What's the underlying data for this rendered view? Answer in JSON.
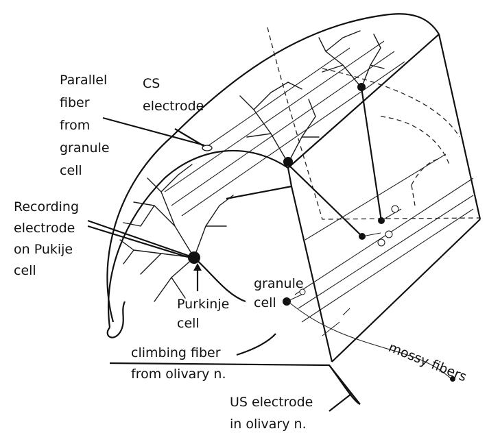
{
  "labels": {
    "parallel_fiber": [
      "Parallel",
      "fiber",
      "from",
      "granule",
      "cell"
    ],
    "cs_electrode": [
      "CS",
      "electrode"
    ],
    "recording_electrode": [
      "Recording",
      "electrode",
      "on Pukije",
      "cell"
    ],
    "purkinje_cell": [
      "Purkinje",
      "cell"
    ],
    "granule_cell": [
      "granule",
      "cell"
    ],
    "climbing_fiber": [
      "climbing fiber",
      "from olivary n."
    ],
    "mossy_fibers": "mossy fibers",
    "us_electrode": [
      "US electrode",
      "in olivary n."
    ]
  },
  "colors": {
    "ink": "#111111",
    "background": "#ffffff"
  }
}
